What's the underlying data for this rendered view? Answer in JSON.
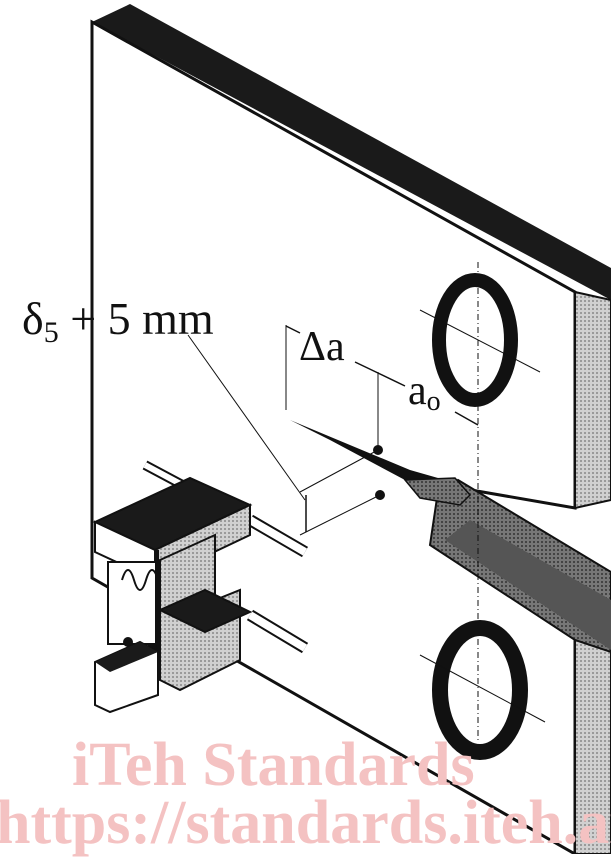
{
  "figure": {
    "labels": {
      "delta5_symbol": "δ",
      "delta5_subscript": "5",
      "delta5_suffix": " + 5 mm",
      "delta_a": "Δa",
      "a_symbol": "a",
      "a_subscript": "o"
    },
    "watermark": {
      "line1": "iTeh Standards",
      "line2": "https://standards.iteh.ai"
    },
    "colors": {
      "ink": "#111111",
      "shade_dark": "#1a1a1a",
      "shade_gray": "#6e6e6e",
      "shade_light": "#c9c9c9",
      "watermark": "#f4c2c2"
    }
  }
}
